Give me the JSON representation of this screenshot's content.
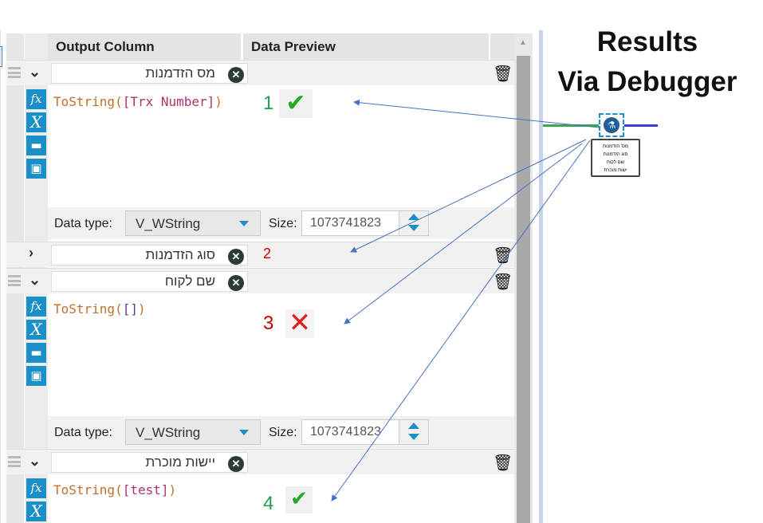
{
  "headers": {
    "output_column": "Output Column",
    "data_preview": "Data Preview"
  },
  "rows": [
    {
      "name": "מס הזדמנות",
      "expr_fn": "ToString(",
      "expr_field": "[Trx Number]",
      "expr_end": ")",
      "data_type": "V_WString",
      "size": "1073741823",
      "marker": "1",
      "status": "check"
    },
    {
      "name": "סוג הזדמנות",
      "marker": "2"
    },
    {
      "name": "שם לקוח",
      "expr_fn": "ToString(",
      "expr_field": "[]",
      "expr_end": ")",
      "data_type": "V_WString",
      "size": "1073741823",
      "marker": "3",
      "status": "cross"
    },
    {
      "name": "יישות מוכרת",
      "expr_fn": "ToString(",
      "expr_field": "[test]",
      "expr_end": ")",
      "marker": "4",
      "status": "check"
    }
  ],
  "labels": {
    "data_type": "Data type:",
    "size": "Size:"
  },
  "annotation": {
    "line1": "Results",
    "line2": "Via Debugger"
  },
  "tooltip": [
    "מס' הזדמנות",
    "סוג הזדמנות",
    "שם לקוח",
    "ישות מוכרת"
  ],
  "colors": {
    "accent": "#1b8fc8",
    "check": "#22aa22",
    "cross": "#e02020",
    "marker_green": "#22a050",
    "marker_red": "#c00000"
  }
}
